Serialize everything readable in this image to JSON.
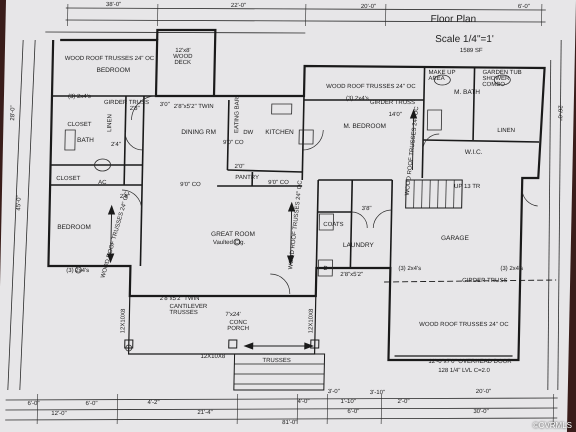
{
  "title": "Floor Plan",
  "scale": "Scale 1/4\"=1'",
  "area": "1589 SF",
  "watermark": "©CVRMLS",
  "rooms": {
    "bedroom_top": "BEDROOM",
    "bedroom_left": "BEDROOM",
    "bath": "BATH",
    "closet_top": "CLOSET",
    "closet_left": "CLOSET",
    "ac": "AC",
    "dining": "DINING RM",
    "eating_bar": "EATING BAR",
    "kitchen": "KITCHEN",
    "pantry": "PANTRY",
    "dw": "DW",
    "great_room": "GREAT ROOM",
    "vaulted": "Vaulted Clg.",
    "m_bedroom": "M. BEDROOM",
    "m_bath": "M. BATH",
    "wic": "W.I.C.",
    "linen_top": "LINEN",
    "linen_right": "LINEN",
    "coats": "COATS",
    "laundry": "LAUNDRY",
    "garage": "GARAGE",
    "porch": "CONC PORCH",
    "porch_size": "7'x24'",
    "deck": "12'x8' WOOD DECK",
    "makeup": "MAKE UP AREA",
    "garden_tub": "GARDEN TUB SHOWER COMBO",
    "up": "UP 13 TR",
    "d": "D"
  },
  "notes": {
    "trusses_top": "WOOD ROOF TRUSSES 24\" OC",
    "trusses_mb": "WOOD ROOF TRUSSES 24\" OC",
    "trusses_garage": "WOOD ROOF TRUSSES 24\" OC",
    "trusses_bed_v": "WOOD ROOF TRUSSES 24\" OC",
    "trusses_great_v": "WOOD ROOF TRUSSES 24\" OC",
    "trusses_mb_v": "WOOD ROOF TRUSSES 24\" OC",
    "girder_bed": "GIRDER TRUSS",
    "girder_mb": "GIRDER TRUSS",
    "girder_garage": "GIRDER TRUSS",
    "cantilever": "CANTILEVER TRUSSES",
    "trusses_porch": "TRUSSES",
    "door": "12'-0\"x7'0\" OVERHEAD DOOR",
    "twin_top": "2'8\"x5'2\" TWIN",
    "twin_bottom": "2'8\"x5'2\" TWIN",
    "header_top": "(3) 2x4's",
    "header_mb": "(3) 2x4's",
    "header_garage1": "(3) 2x4's",
    "header_garage2": "(3) 2x4's",
    "header_bed": "(3) 2x4's",
    "ext_ceil": "128 1/4\" LVL C=2.0",
    "ceil_gr": "9'0\" CO",
    "ceil_dr": "9'0\" CO",
    "ceil_k": "9'0\" CO",
    "post_1": "12X10X8",
    "post_2": "12X10X8",
    "post_3": "12X10X8"
  },
  "dimensions": {
    "top_1": "38'-0\"",
    "top_2": "22'-0\"",
    "top_3": "20'-0\"",
    "top_4": "6'-0\"",
    "bottom_1": "6'-0\"",
    "bottom_2": "6'-0\"",
    "bottom_3": "4'-2\"",
    "bottom_4": "4'-0\"",
    "bottom_5": "3'-0\"",
    "bottom_6": "1'-10\"",
    "bottom_7": "3'-10\"",
    "bottom_8": "2'-0\"",
    "bottom_9": "20'-0\"",
    "row2_1": "12'-0\"",
    "row2_2": "21'-4\"",
    "row2_3": "6'-0\"",
    "row2_4": "30'-0\"",
    "overall": "81'-0\"",
    "left_1": "28'-0\"",
    "left_2": "45'-0\"",
    "right_1": "26'-0\"",
    "wall_1": "2'8\"",
    "wall_2": "3'0\"",
    "wall_3": "2'0\"",
    "wall_4": "2'6\"",
    "wall_5": "3'8\"",
    "wall_6": "2'8\"x5'2\"",
    "wall_7": "2'4\"",
    "wall_8": "14'0\""
  }
}
